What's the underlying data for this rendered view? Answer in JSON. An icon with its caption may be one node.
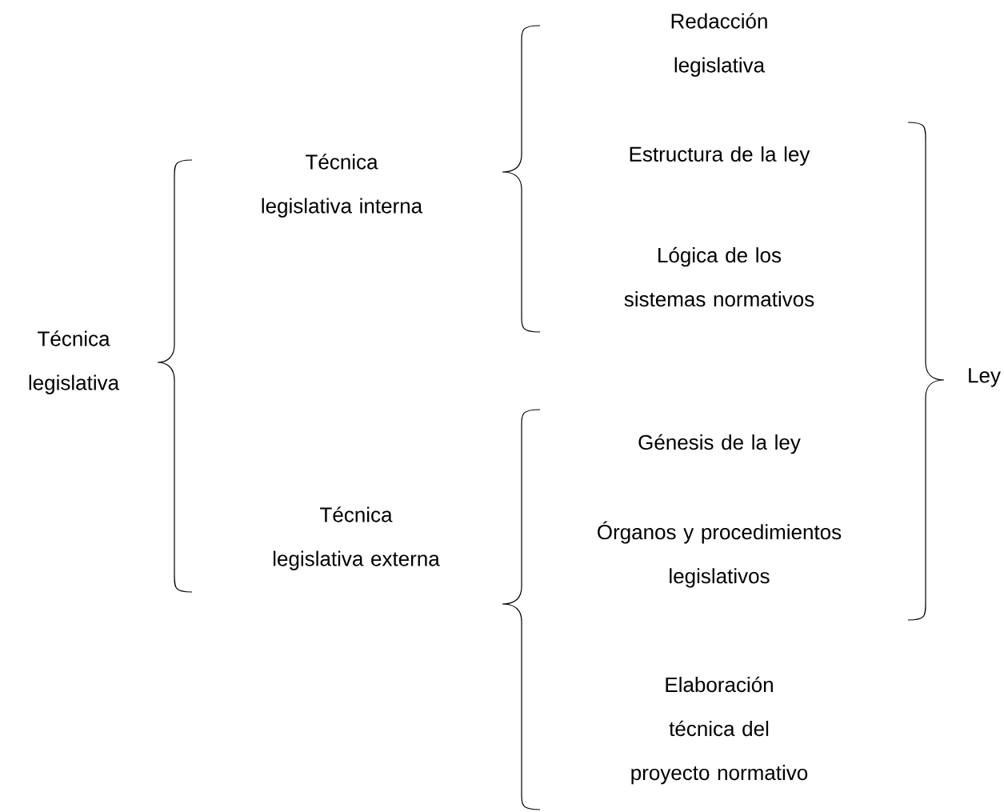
{
  "diagram": {
    "labels": [
      "Técnica legislativa",
      "Técnica legislativa interna",
      "Redacción legislativa",
      "Estructura de la ley",
      "Lógica de los sistemas normativos",
      "Técnica legislativa externa",
      "Génesis de la ley",
      "Órganos y procedimientos legislativos",
      "Elaboración técnica del proyecto normativo",
      "Ley"
    ]
  }
}
